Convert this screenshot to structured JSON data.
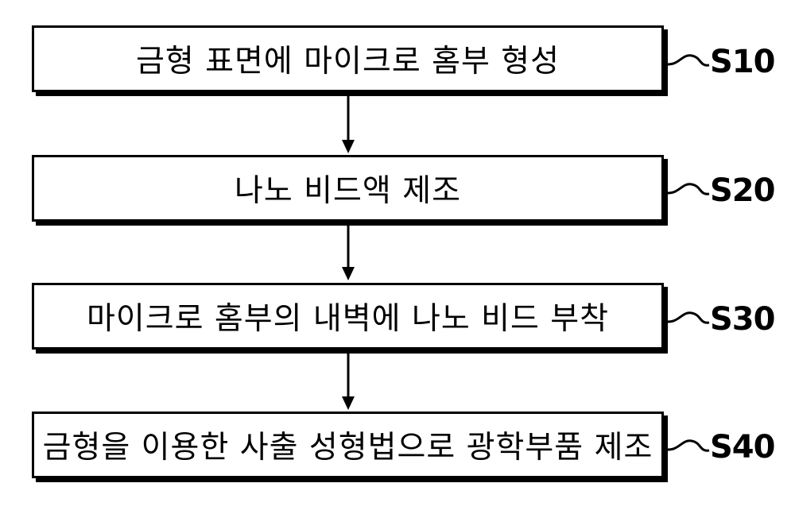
{
  "steps": [
    {
      "text": "금형 표면에 마이크로 홈부 형성",
      "label": "S10"
    },
    {
      "text": "나노 비드액 제조",
      "label": "S20"
    },
    {
      "text": "마이크로 홈부의 내벽에 나노 비드 부착",
      "label": "S30"
    },
    {
      "text": "금형을 이용한 사출 성형법으로 광학부품 제조",
      "label": "S40"
    }
  ]
}
